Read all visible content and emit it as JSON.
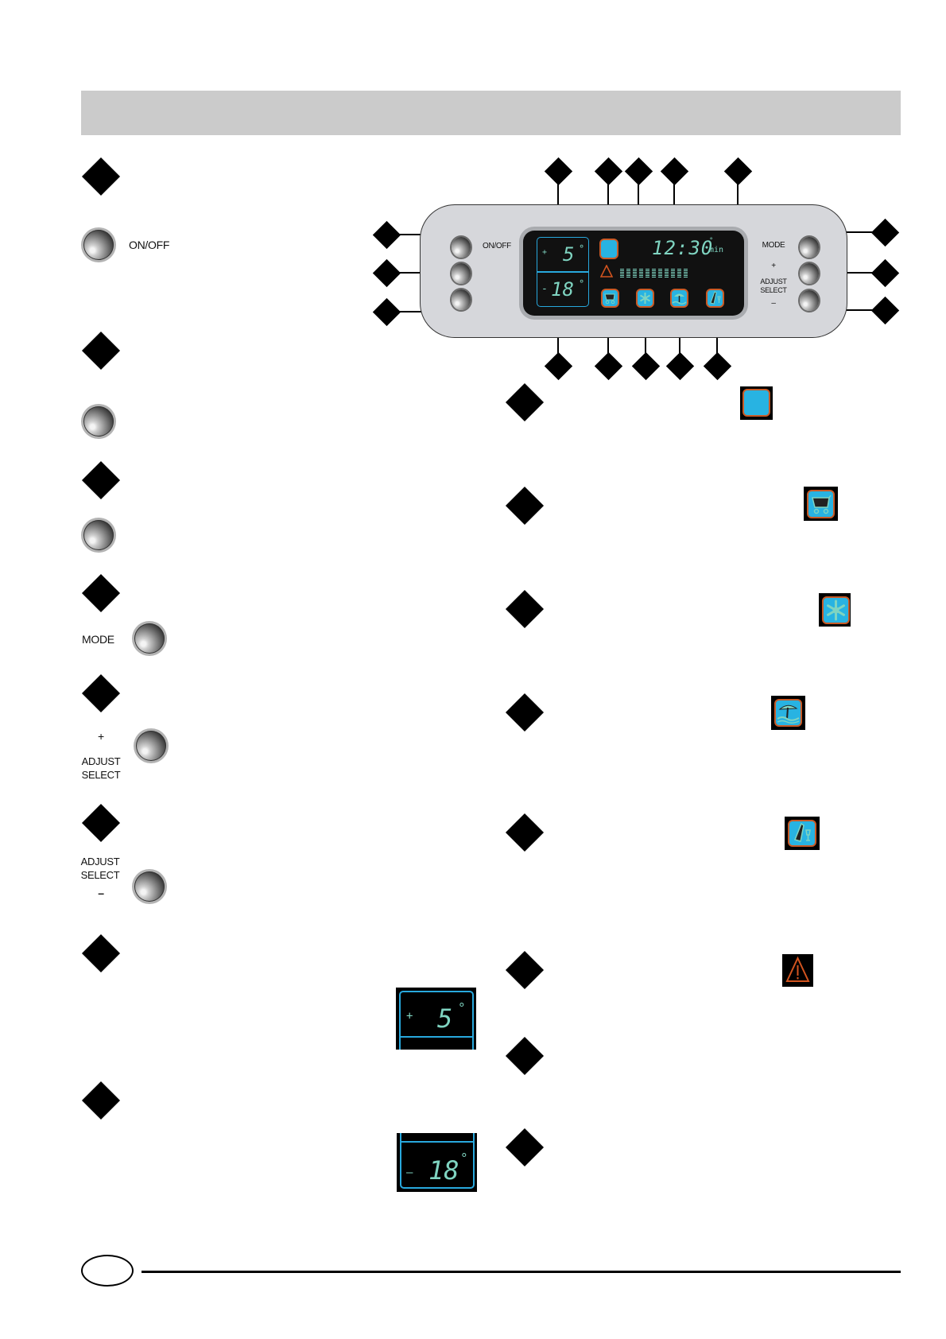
{
  "page": {
    "header_title": "",
    "footer_page_label": ""
  },
  "control_panel": {
    "left_button_label": "ON/OFF",
    "right_labels": {
      "mode": "MODE",
      "plus": "+",
      "adjust": "ADJUST",
      "select": "SELECT",
      "minus": "–"
    },
    "display": {
      "fridge_sign": "+",
      "fridge_temp": "5",
      "freezer_sign": "-",
      "freezer_temp": "18",
      "degree": "°",
      "clock": "12:30",
      "clock_unit_top": "°",
      "clock_unit": "min",
      "bargraph_segments": 11
    },
    "icons": [
      "blue-indicator-icon",
      "warning-icon",
      "shopping-cart-icon",
      "snowflake-icon",
      "beach-umbrella-icon",
      "bottle-glass-icon"
    ]
  },
  "left_column": {
    "items": [
      {
        "button_label": "ON/OFF"
      },
      {
        "button_label": ""
      },
      {
        "button_label": ""
      },
      {
        "button_label": "MODE"
      },
      {
        "label_plus": "+",
        "label_adjust": "ADJUST",
        "label_select": "SELECT"
      },
      {
        "label_adjust": "ADJUST",
        "label_select": "SELECT",
        "label_minus": "–"
      },
      {
        "thumb_sign": "+",
        "thumb_value": "5",
        "thumb_degree": "°"
      },
      {
        "thumb_sign": "–",
        "thumb_value": "18",
        "thumb_degree": "°"
      }
    ]
  },
  "right_column": {
    "items": [
      {
        "icon": "blue-indicator-icon"
      },
      {
        "icon": "shopping-cart-icon"
      },
      {
        "icon": "snowflake-icon"
      },
      {
        "icon": "beach-umbrella-icon"
      },
      {
        "icon": "bottle-glass-icon"
      },
      {
        "icon": "warning-icon"
      },
      {
        "icon": ""
      },
      {
        "icon": ""
      }
    ]
  },
  "colors": {
    "header_bar": "#cbcbcb",
    "lcd_text": "#7fd4c1",
    "icon_fill": "#28b3e2",
    "icon_border": "#c95a26",
    "lcd_frame": "#28a8dd",
    "panel": "#d6d7db"
  }
}
